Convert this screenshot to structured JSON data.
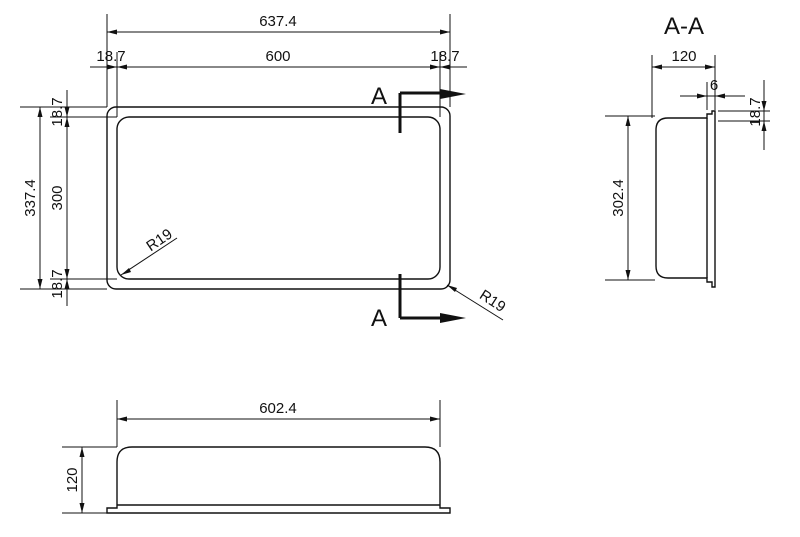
{
  "front_view": {
    "dim_overall_width": "637.4",
    "dim_inner_width": "600",
    "dim_flange_left": "18.7",
    "dim_flange_right": "18.7",
    "dim_overall_height": "337.4",
    "dim_inner_height": "300",
    "dim_flange_top": "18.7",
    "dim_flange_bottom": "18.7",
    "radius_inner": "R19",
    "radius_outer": "R19",
    "section_mark_top": "A",
    "section_mark_bottom": "A"
  },
  "section_view": {
    "title": "A-A",
    "dim_depth": "120",
    "dim_thickness": "6",
    "dim_flange": "18.7",
    "dim_height": "302.4"
  },
  "bottom_view": {
    "dim_width": "602.4",
    "dim_depth": "120"
  }
}
